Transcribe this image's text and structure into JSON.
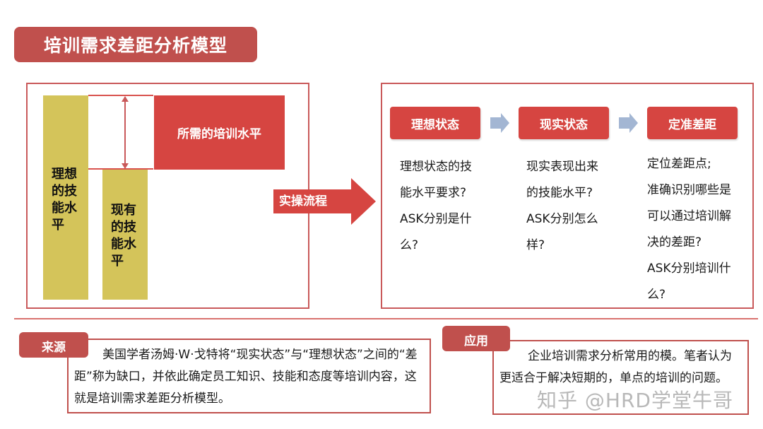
{
  "title": "培训需求差距分析模型",
  "left_diagram": {
    "ideal_bar_label": "理想的技能水平",
    "current_bar_label": "现有的技能水平",
    "required_box_label": "所需的培训水平",
    "colors": {
      "bar": "#d4c45a",
      "required": "#d64541",
      "border": "#c9595a"
    }
  },
  "flow_arrow": {
    "label": "实操流程",
    "color": "#d64541"
  },
  "steps": [
    {
      "title": "理想状态",
      "desc": [
        "理想状态的技",
        "能水平要求?",
        "ASK分别是什",
        "么?"
      ]
    },
    {
      "title": "现实状态",
      "desc": [
        "现实表现出来",
        "的技能水平?",
        "ASK分别怎么",
        "样?"
      ]
    },
    {
      "title": "定准差距",
      "desc": [
        "定位差距点;",
        "准确识别哪些是",
        "可以通过培训解",
        "决的差距?",
        "ASK分别培训什",
        "么?"
      ]
    }
  ],
  "source": {
    "tag": "来源",
    "text": "美国学者汤姆·W·戈特将“现实状态”与“理想状态”之间的“差距”称为缺口，并依此确定员工知识、技能和态度等培训内容，这就是培训需求差距分析模型。"
  },
  "application": {
    "tag": "应用",
    "text": "企业培训需求分析常用的模。笔者认为更适合于解决短期的，单点的培训的问题。"
  },
  "watermark": "知乎 @HRD学堂牛哥",
  "colors": {
    "accent": "#c0504d",
    "step_arrow": "#a3b6d3"
  }
}
